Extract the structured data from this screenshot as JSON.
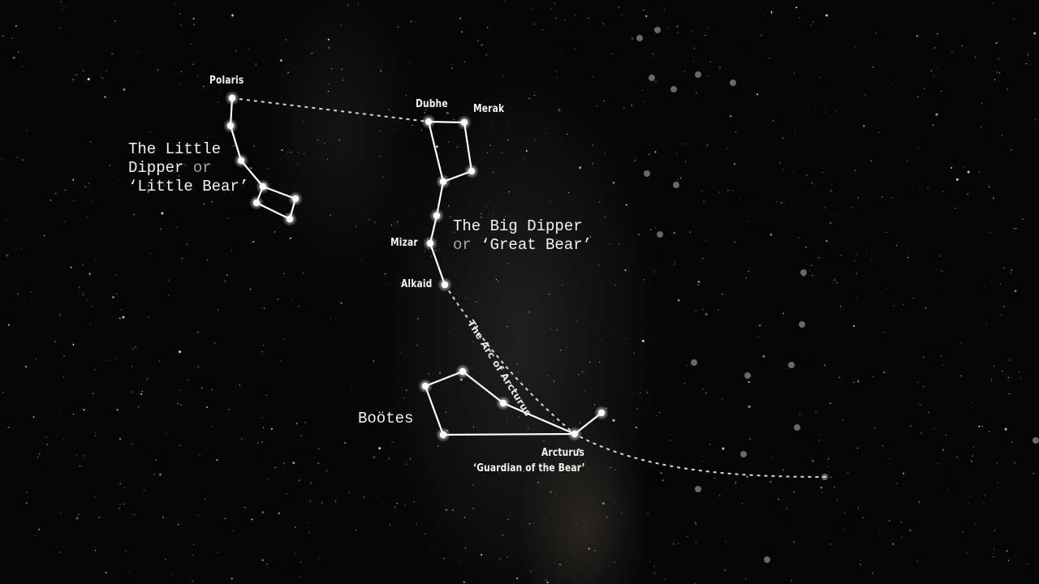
{
  "stars": {
    "polaris": "Polaris",
    "dubhe": "Dubhe",
    "merak": "Merak",
    "mizar": "Mizar",
    "alkaid": "Alkaid",
    "arcturus": "Arcturus",
    "arcturus_sub": "‘Guardian of the Bear’"
  },
  "constellations": {
    "little_dipper": {
      "line1": "The Little",
      "line2a": "Dipper ",
      "line2b": "or",
      "line3": "‘Little Bear’"
    },
    "big_dipper": {
      "line1": "The Big Dipper",
      "line2a": "or ",
      "line2b": "‘Great Bear’"
    },
    "bootes": "Boötes"
  },
  "arc_label": "The Arc of Arcturus",
  "colors": {
    "line": "#ffffff",
    "sky": "#050505",
    "faded_star": "#8a8a8a"
  }
}
